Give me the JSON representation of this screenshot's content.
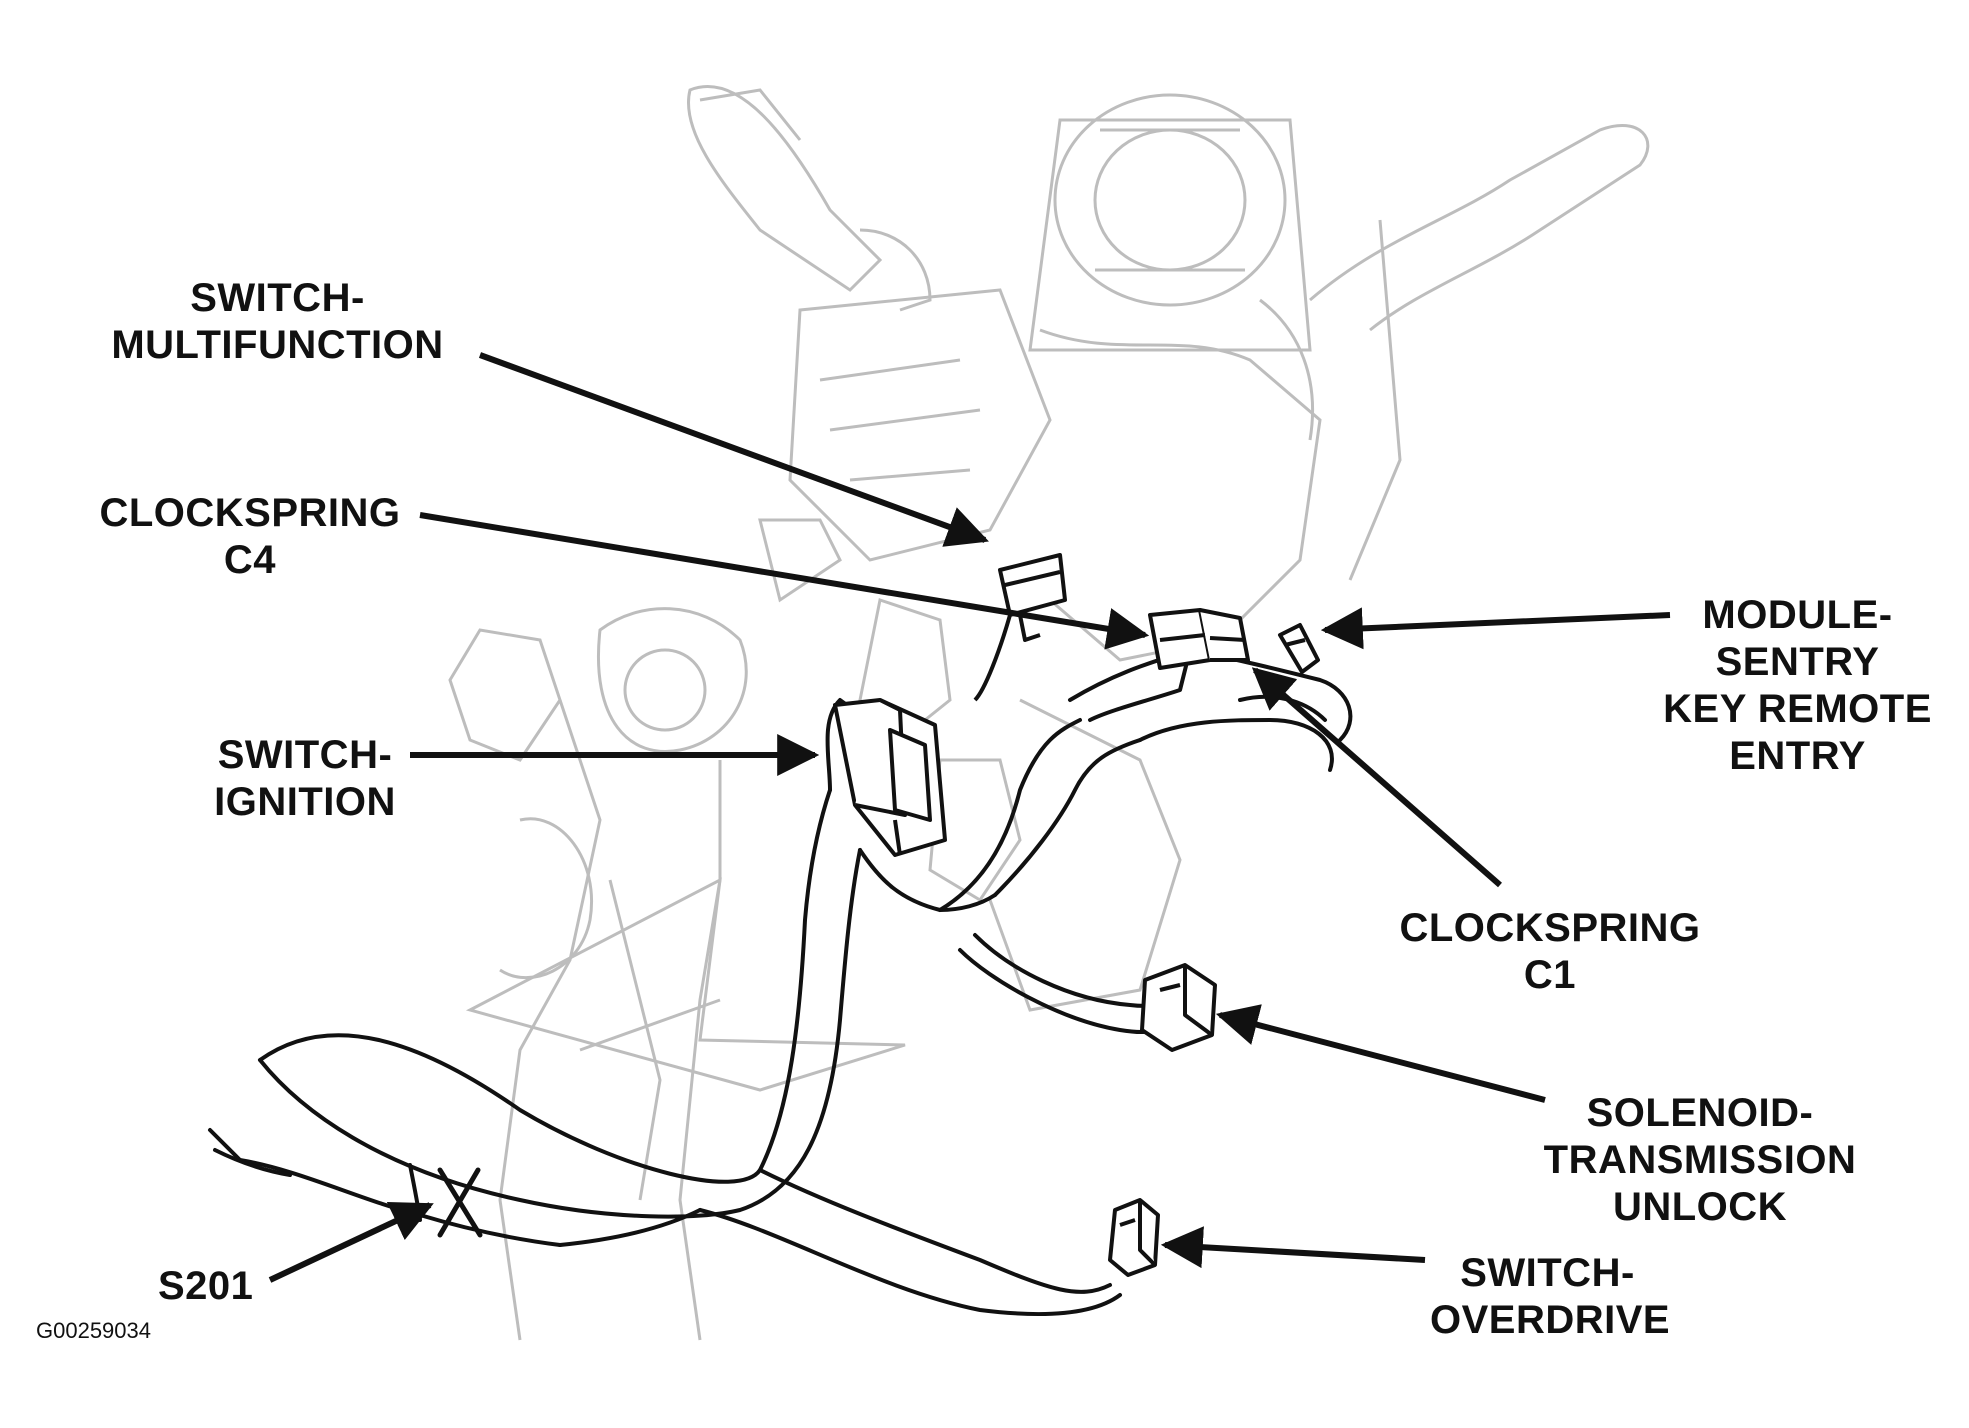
{
  "figure_id": "G00259034",
  "colors": {
    "ink": "#111111",
    "ghost": "#bdbdbd"
  },
  "callouts": {
    "switch_multifunction": [
      "SWITCH-",
      "MULTIFUNCTION"
    ],
    "clockspring_c4": [
      "CLOCKSPRING",
      "C4"
    ],
    "switch_ignition": [
      "SWITCH-",
      "IGNITION"
    ],
    "module_skre": [
      "MODULE-",
      "SENTRY",
      "KEY REMOTE",
      "ENTRY"
    ],
    "clockspring_c1": [
      "CLOCKSPRING",
      "C1"
    ],
    "solenoid_tu": [
      "SOLENOID-",
      "TRANSMISSION",
      "UNLOCK"
    ],
    "switch_overdrive": [
      "SWITCH-",
      "OVERDRIVE"
    ],
    "splice_s201": [
      "S201"
    ]
  }
}
